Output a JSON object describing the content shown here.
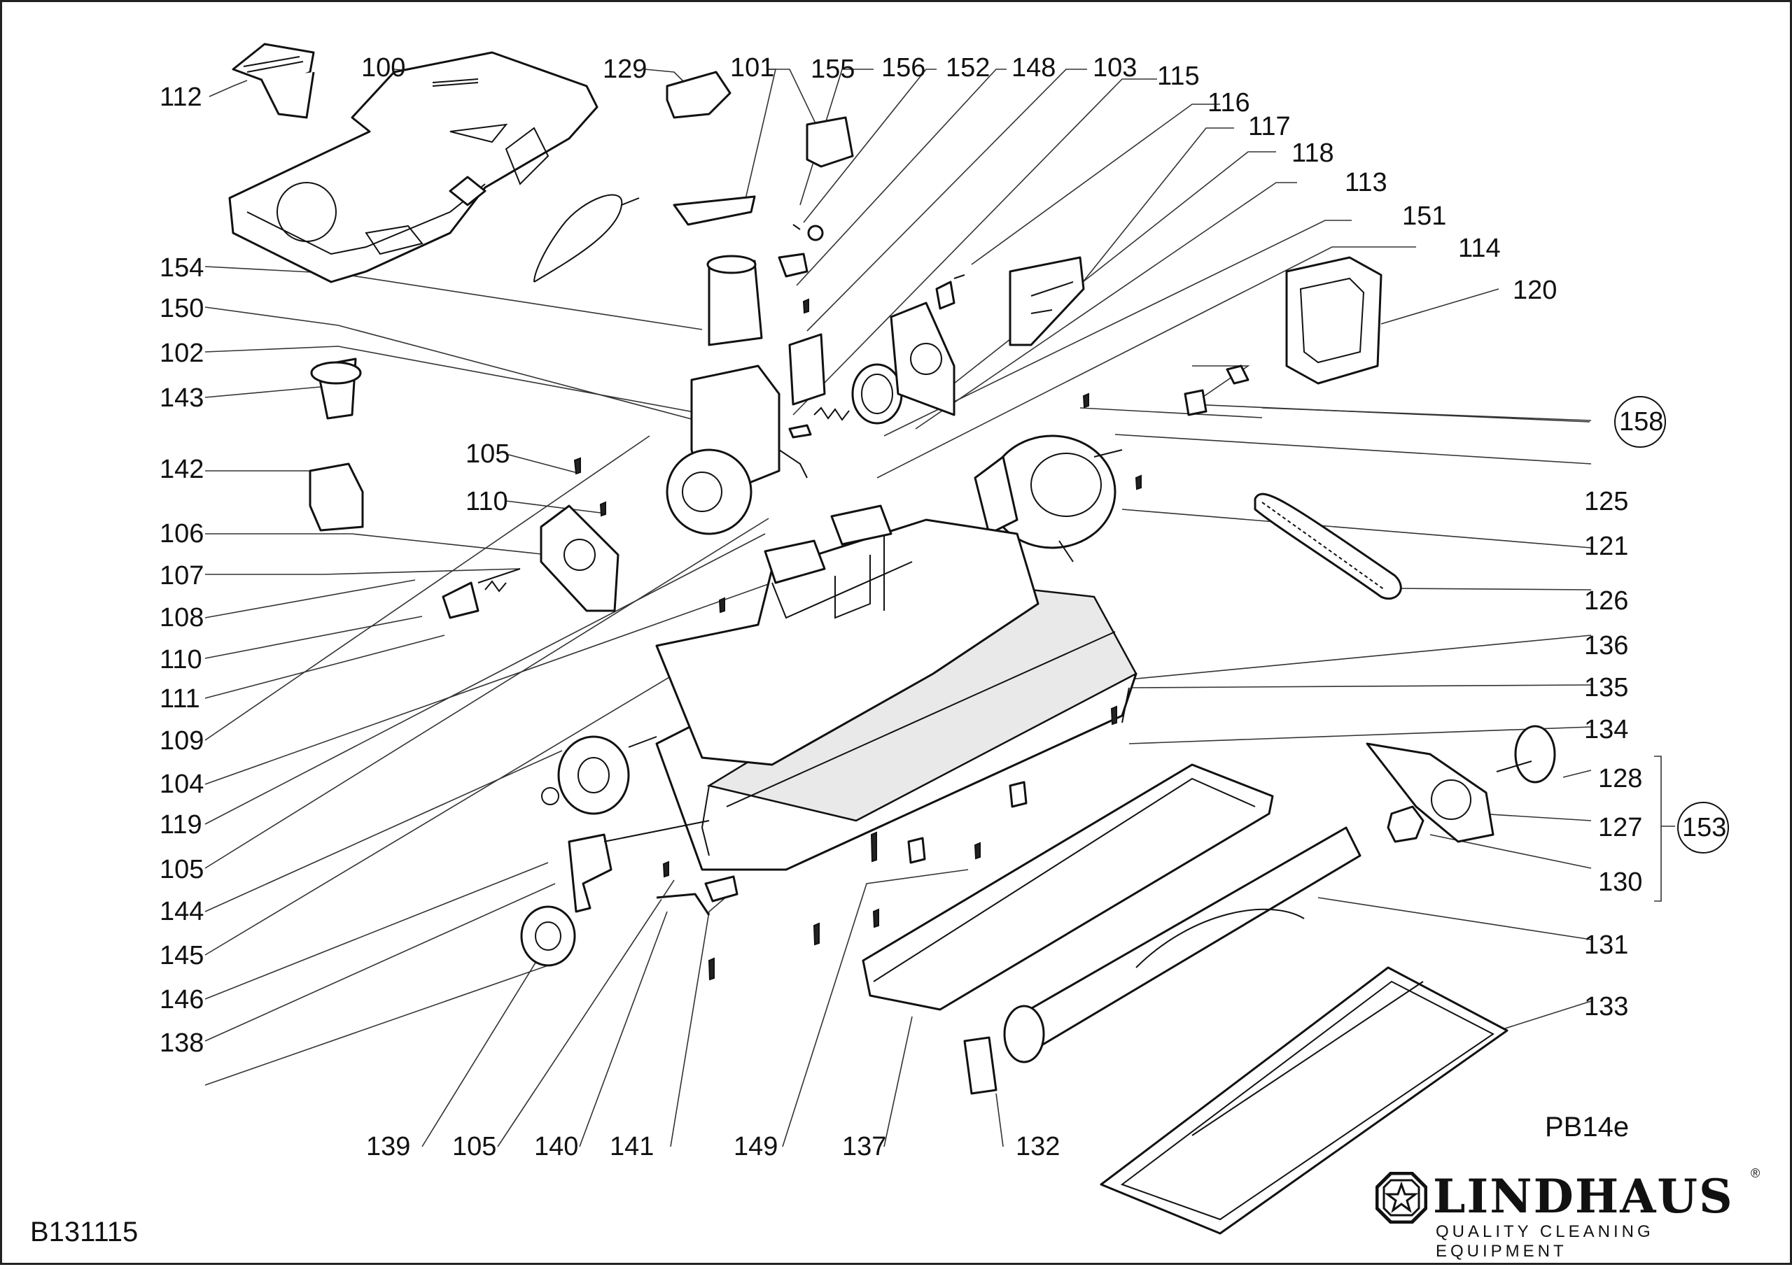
{
  "model": "PB14e",
  "drawing_number": "B131115",
  "brand": {
    "name": "LINDHAUS",
    "registered": "®",
    "tagline": "QUALITY CLEANING EQUIPMENT",
    "logo_icon": "star-in-octagon-icon"
  },
  "part_numbers": {
    "top_row": [
      "112",
      "100",
      "129",
      "101",
      "155",
      "156",
      "152",
      "148",
      "103",
      "115",
      "116",
      "117",
      "118",
      "113",
      "151",
      "114"
    ],
    "left_column": [
      "154",
      "150",
      "102",
      "143",
      "142",
      "106",
      "107",
      "108",
      "110",
      "111",
      "109",
      "104",
      "119",
      "105",
      "144",
      "145",
      "146",
      "138"
    ],
    "mid_labels": [
      "105",
      "110",
      "120"
    ],
    "right_column": [
      "158",
      "125",
      "121",
      "126",
      "136",
      "135",
      "134",
      "128",
      "127",
      "153",
      "130",
      "131",
      "133"
    ],
    "bottom_row": [
      "139",
      "105",
      "140",
      "141",
      "149",
      "137",
      "132"
    ]
  },
  "assembly_groups": [
    {
      "group": "153",
      "members": [
        "128",
        "127",
        "130"
      ]
    },
    {
      "group": "158",
      "members": [
        "125"
      ]
    }
  ]
}
